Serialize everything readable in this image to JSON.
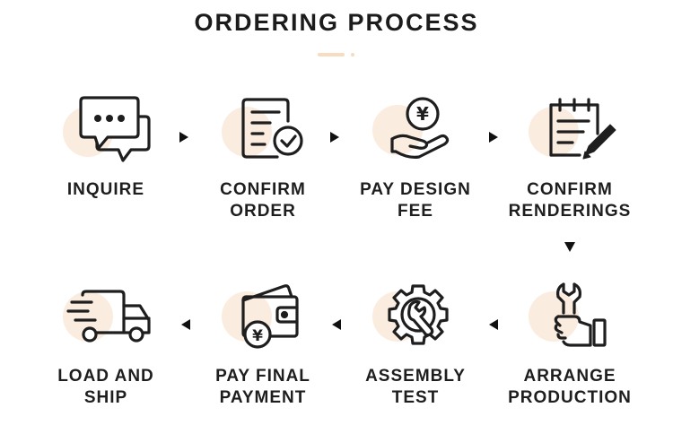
{
  "title": "ORDERING PROCESS",
  "colors": {
    "accent_blob": "#fbece0",
    "line": "#1e1e1e",
    "text": "#1e1e1e"
  },
  "steps": [
    {
      "icon": "chat-bubbles-icon",
      "label": "INQUIRE"
    },
    {
      "icon": "document-check-icon",
      "label": "CONFIRM\nORDER"
    },
    {
      "icon": "hand-yen-coin-icon",
      "label": "PAY DESIGN\nFEE"
    },
    {
      "icon": "notepad-pencil-icon",
      "label": "CONFIRM\nRENDERINGS"
    },
    {
      "icon": "hand-wrench-icon",
      "label": "ARRANGE\nPRODUCTION"
    },
    {
      "icon": "gear-wrench-icon",
      "label": "ASSEMBLY\nTEST"
    },
    {
      "icon": "wallet-yen-icon",
      "label": "PAY FINAL\nPAYMENT"
    },
    {
      "icon": "delivery-truck-icon",
      "label": "LOAD AND\nSHIP"
    }
  ],
  "icon_glyphs": {
    "yen": "¥"
  }
}
